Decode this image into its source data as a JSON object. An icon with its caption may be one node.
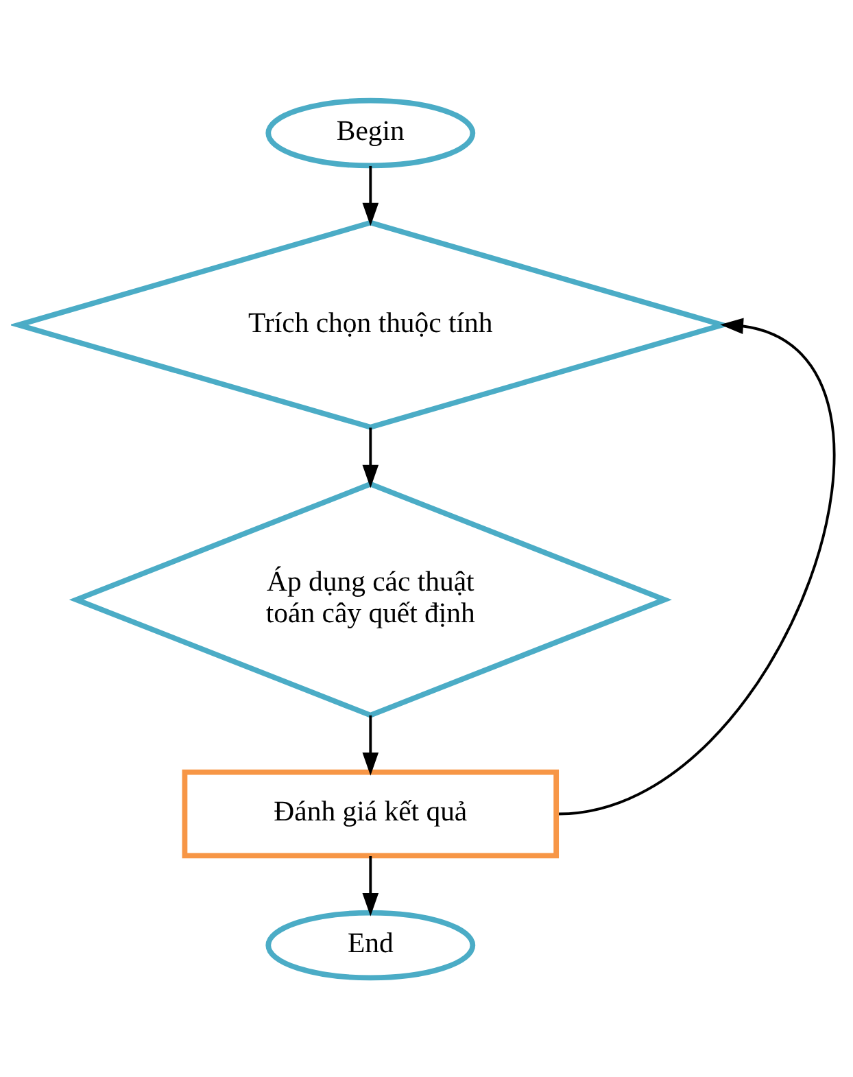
{
  "diagram": {
    "nodes": [
      {
        "text": [
          "Begin"
        ]
      },
      {
        "text": [
          "Trích chọn thuộc tính"
        ]
      },
      {
        "text": [
          "Áp dụng các thuật toán cây quết định"
        ]
      },
      {
        "text": [
          "Đánh giá kết quả"
        ]
      },
      {
        "text": [
          "End"
        ]
      }
    ],
    "edges": [
      {
        "from": 0,
        "to": 1,
        "arrow": "to"
      },
      {
        "from": 1,
        "to": 2,
        "arrow": "to"
      },
      {
        "from": 2,
        "to": 3,
        "arrow": "to"
      },
      {
        "from": 3,
        "to": 4,
        "arrow": "to"
      },
      {
        "from": 3,
        "to": 1,
        "arrow": "to"
      }
    ]
  }
}
